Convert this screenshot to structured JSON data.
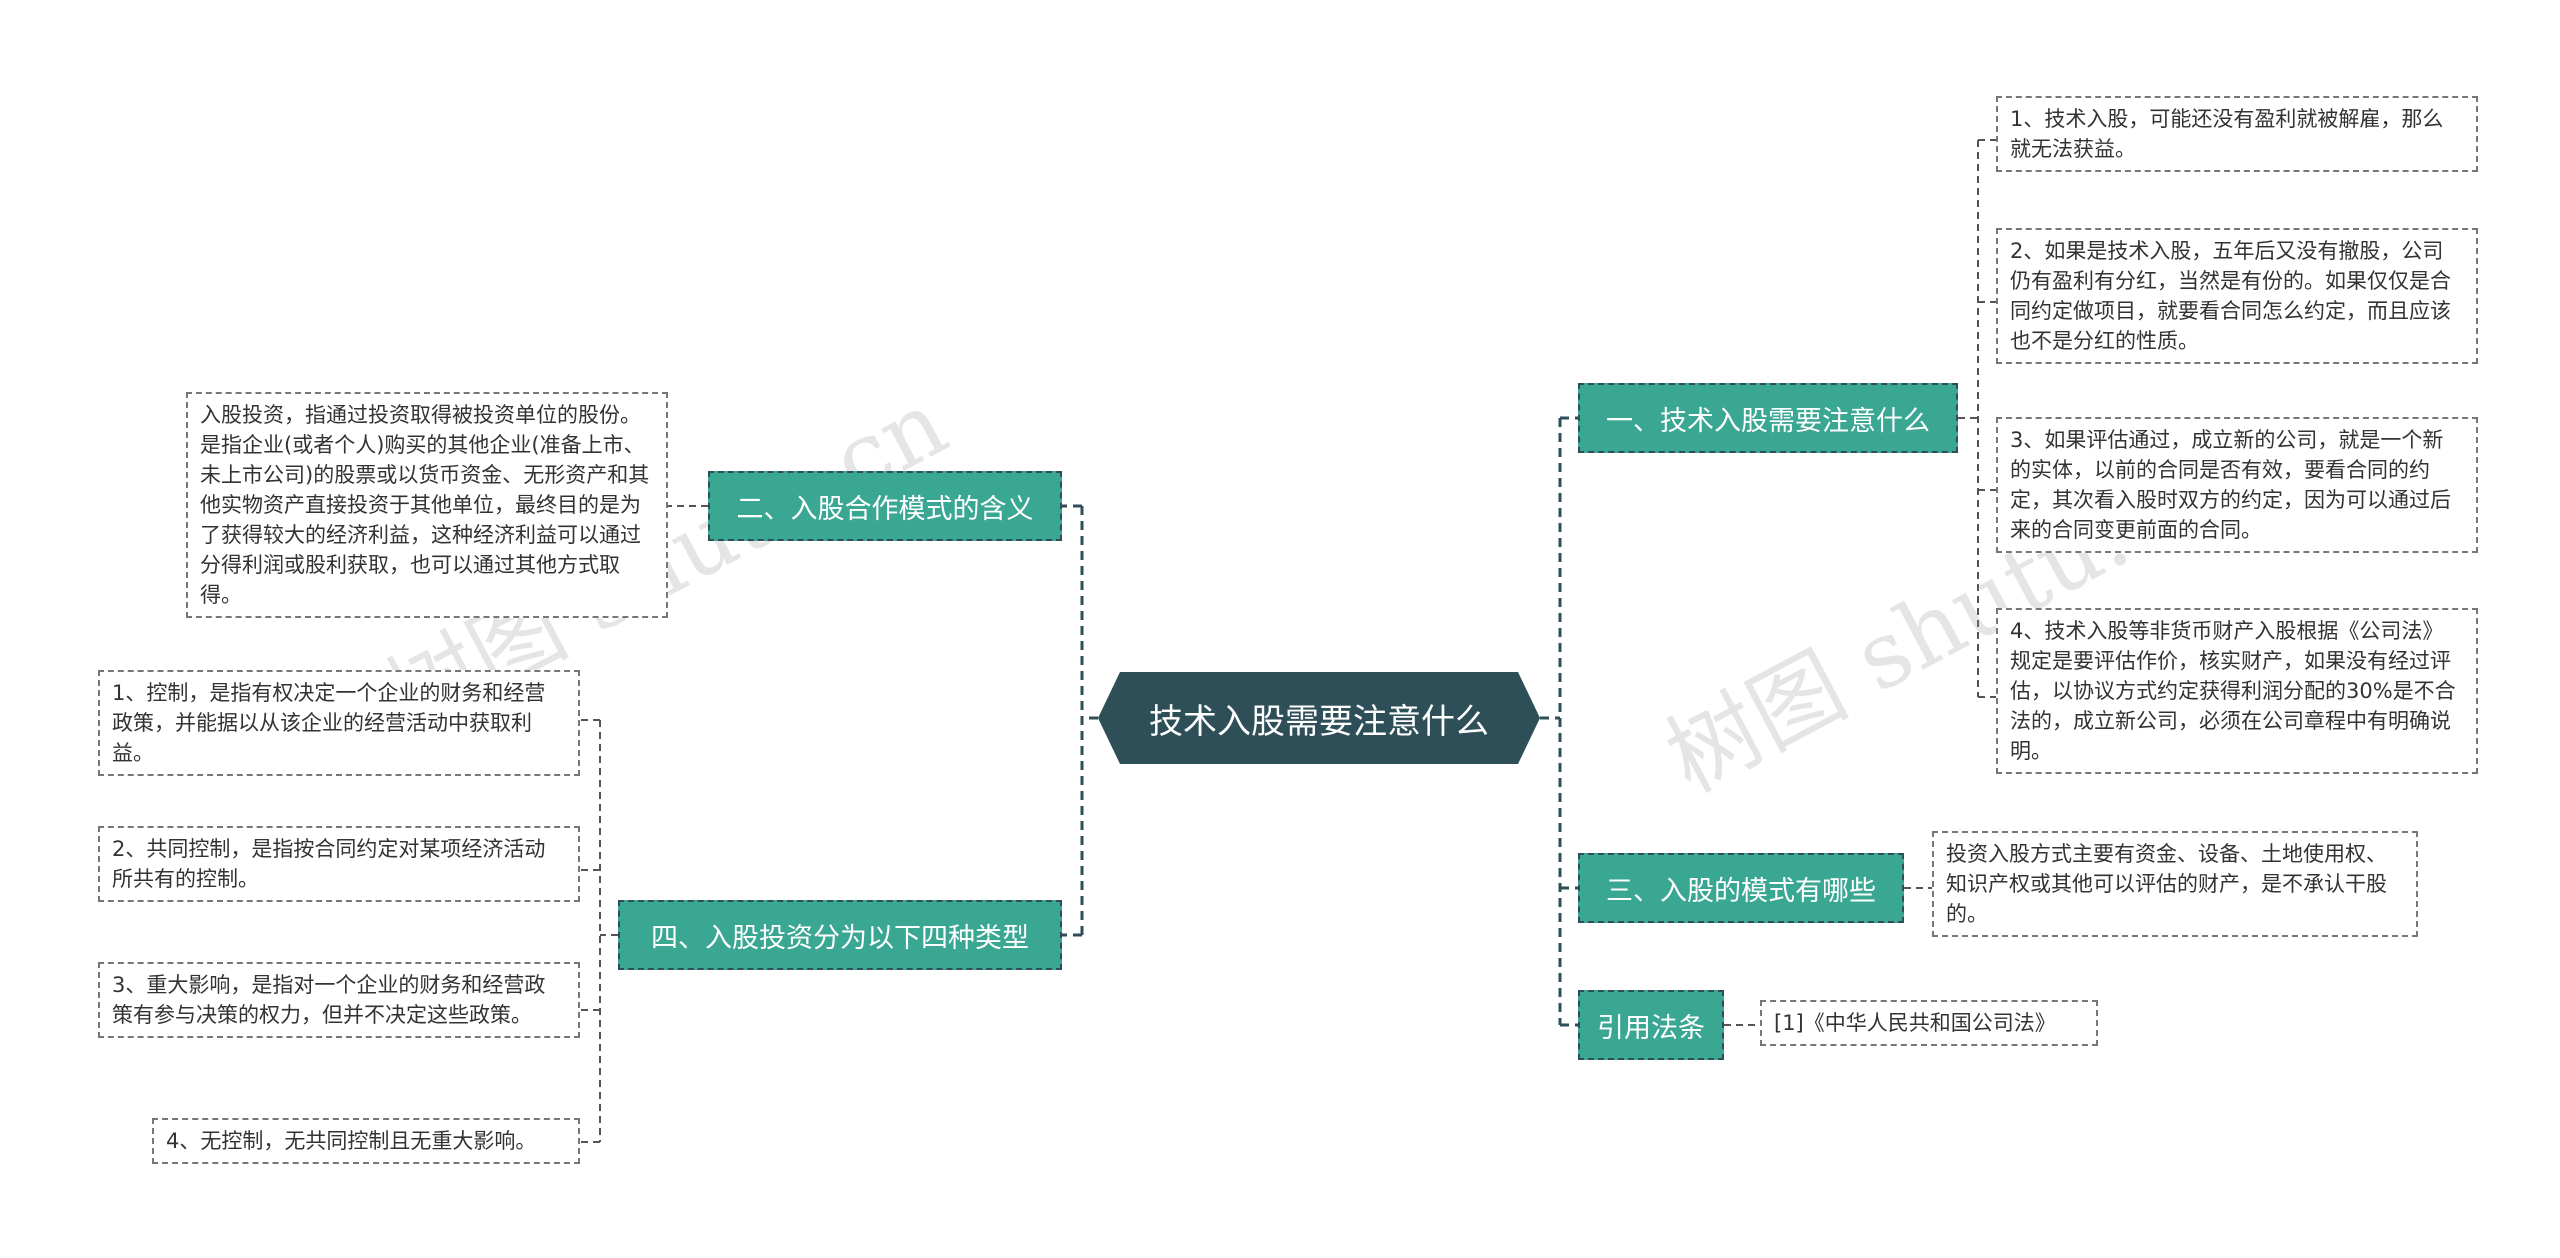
{
  "root": {
    "label": "技术入股需要注意什么"
  },
  "branches": {
    "b1": {
      "label": "一、技术入股需要注意什么",
      "leaves": [
        "1、技术入股，可能还没有盈利就被解雇，那么就无法获益。",
        "2、如果是技术入股，五年后又没有撤股，公司仍有盈利有分红，当然是有份的。如果仅仅是合同约定做项目，就要看合同怎么约定，而且应该也不是分红的性质。",
        "3、如果评估通过，成立新的公司，就是一个新的实体，以前的合同是否有效，要看合同的约定，其次看入股时双方的约定，因为可以通过后来的合同变更前面的合同。",
        "4、技术入股等非货币财产入股根据《公司法》规定是要评估作价，核实财产，如果没有经过评估，以协议方式约定获得利润分配的30%是不合法的，成立新公司，必须在公司章程中有明确说明。"
      ]
    },
    "b2": {
      "label": "二、入股合作模式的含义",
      "leaves": [
        "入股投资，指通过投资取得被投资单位的股份。是指企业(或者个人)购买的其他企业(准备上市、未上市公司)的股票或以货币资金、无形资产和其他实物资产直接投资于其他单位，最终目的是为了获得较大的经济利益，这种经济利益可以通过分得利润或股利获取，也可以通过其他方式取得。"
      ]
    },
    "b3": {
      "label": "三、入股的模式有哪些",
      "leaves": [
        "投资入股方式主要有资金、设备、土地使用权、知识产权或其他可以评估的财产，是不承认干股的。"
      ]
    },
    "b4": {
      "label": "四、入股投资分为以下四种类型",
      "leaves": [
        "1、控制，是指有权决定一个企业的财务和经营政策，并能据以从该企业的经营活动中获取利益。",
        "2、共同控制，是指按合同约定对某项经济活动所共有的控制。",
        "3、重大影响，是指对一个企业的财务和经营政策有参与决策的权力，但并不决定这些政策。",
        "4、无控制，无共同控制且无重大影响。"
      ]
    },
    "b5": {
      "label": "引用法条",
      "leaves": [
        "[1]《中华人民共和国公司法》"
      ]
    }
  },
  "watermarks": [
    "树图 shutu.cn",
    "树图 shutu.cn"
  ],
  "colors": {
    "root_bg": "#2e4f58",
    "branch_bg": "#3aa793",
    "line": "#2e4f58",
    "leaf_border": "#777777"
  }
}
